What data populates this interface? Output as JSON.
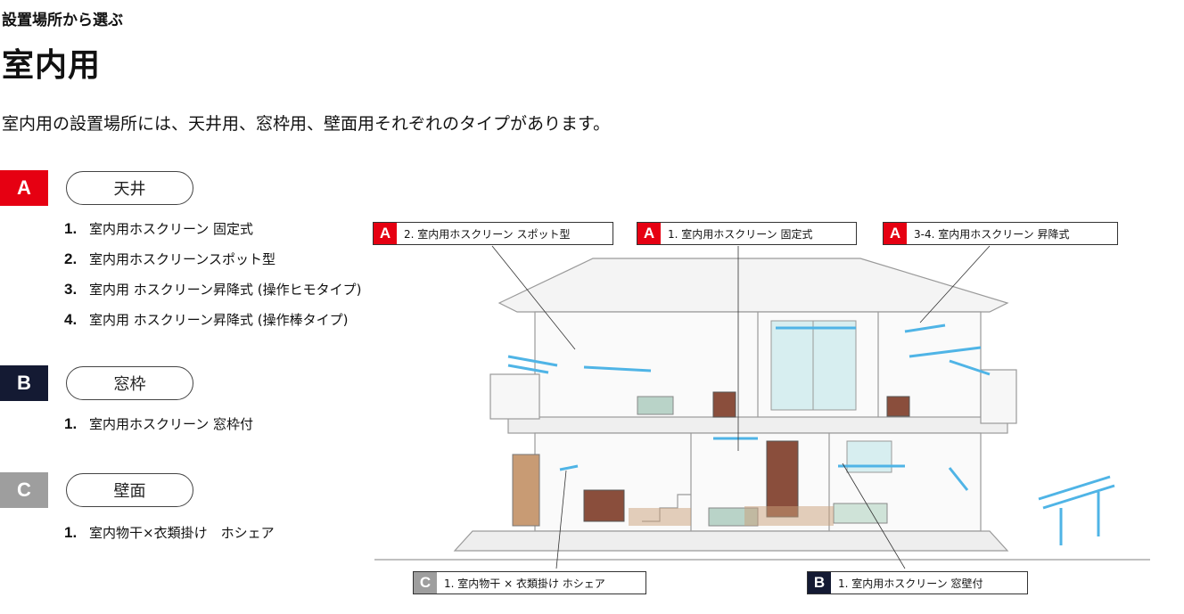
{
  "header": {
    "eyebrow": "設置場所から選ぶ",
    "title": "室内用",
    "intro": "室内用の設置場所には、天井用、窓枠用、壁面用それぞれのタイプがあります。"
  },
  "categories": [
    {
      "badge": "A",
      "label": "天井",
      "color": "#e60012",
      "items": [
        {
          "num": "1.",
          "text": "室内用ホスクリーン 固定式"
        },
        {
          "num": "2.",
          "text": "室内用ホスクリーンスポット型"
        },
        {
          "num": "3.",
          "text": "室内用 ホスクリーン昇降式 (操作ヒモタイプ)"
        },
        {
          "num": "4.",
          "text": "室内用 ホスクリーン昇降式 (操作棒タイプ)"
        }
      ]
    },
    {
      "badge": "B",
      "label": "窓枠",
      "color": "#141a33",
      "items": [
        {
          "num": "1.",
          "text": "室内用ホスクリーン 窓枠付"
        }
      ]
    },
    {
      "badge": "C",
      "label": "壁面",
      "color": "#9e9e9e",
      "items": [
        {
          "num": "1.",
          "text": "室内物干×衣類掛け　ホシェア"
        }
      ]
    }
  ],
  "callouts": [
    {
      "tag": "A",
      "text": "2. 室内用ホスクリーン スポット型"
    },
    {
      "tag": "A",
      "text": "1. 室内用ホスクリーン 固定式"
    },
    {
      "tag": "A",
      "text": "3-4. 室内用ホスクリーン 昇降式"
    },
    {
      "tag": "C",
      "text": "1. 室内物干 × 衣類掛け ホシェア"
    },
    {
      "tag": "B",
      "text": "1. 室内用ホスクリーン 窓壁付"
    }
  ]
}
